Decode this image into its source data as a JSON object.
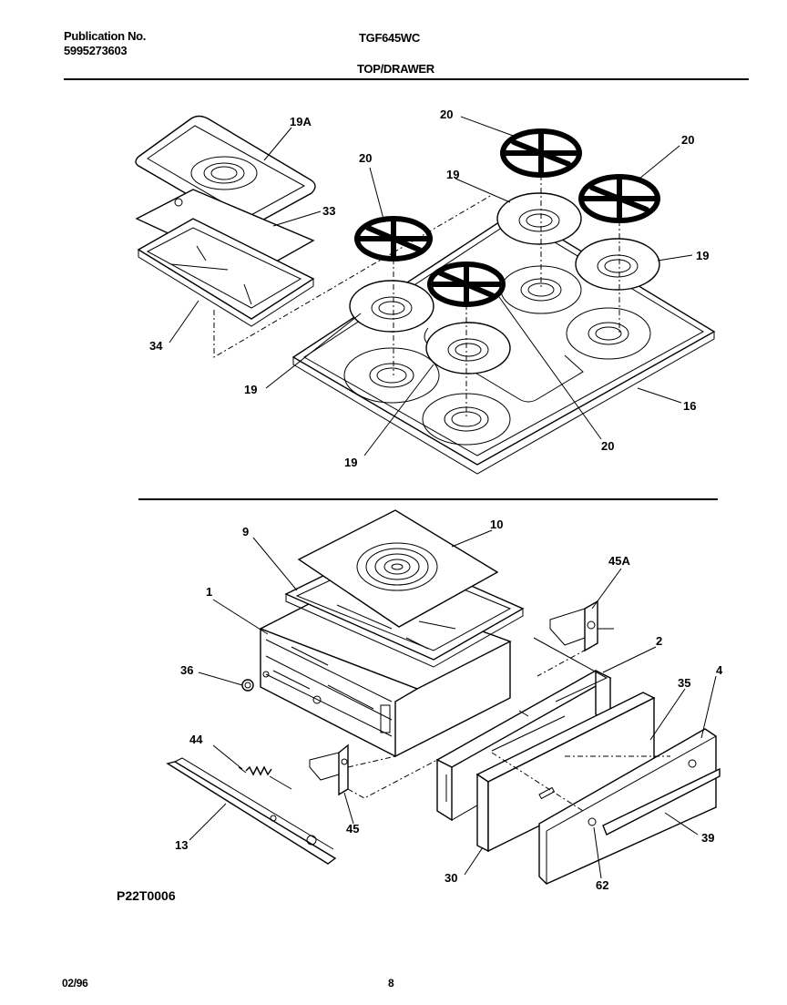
{
  "header": {
    "publication_label": "Publication No.",
    "publication_number": "5995273603",
    "model": "TGF645WC",
    "section": "TOP/DRAWER"
  },
  "top_callouts": {
    "c19a": "19A",
    "c33": "33",
    "c34": "34",
    "c20_a": "20",
    "c20_b": "20",
    "c20_c": "20",
    "c20_d": "20",
    "c19_a": "19",
    "c19_b": "19",
    "c19_c": "19",
    "c19_d": "19",
    "c16": "16"
  },
  "bottom_callouts": {
    "c9": "9",
    "c10": "10",
    "c1": "1",
    "c45a": "45A",
    "c2": "2",
    "c4": "4",
    "c36": "36",
    "c35": "35",
    "c44": "44",
    "c45": "45",
    "c13": "13",
    "c39": "39",
    "c30": "30",
    "c62": "62"
  },
  "figure_code": "P22T0006",
  "footer": {
    "date": "02/96",
    "page": "8"
  }
}
